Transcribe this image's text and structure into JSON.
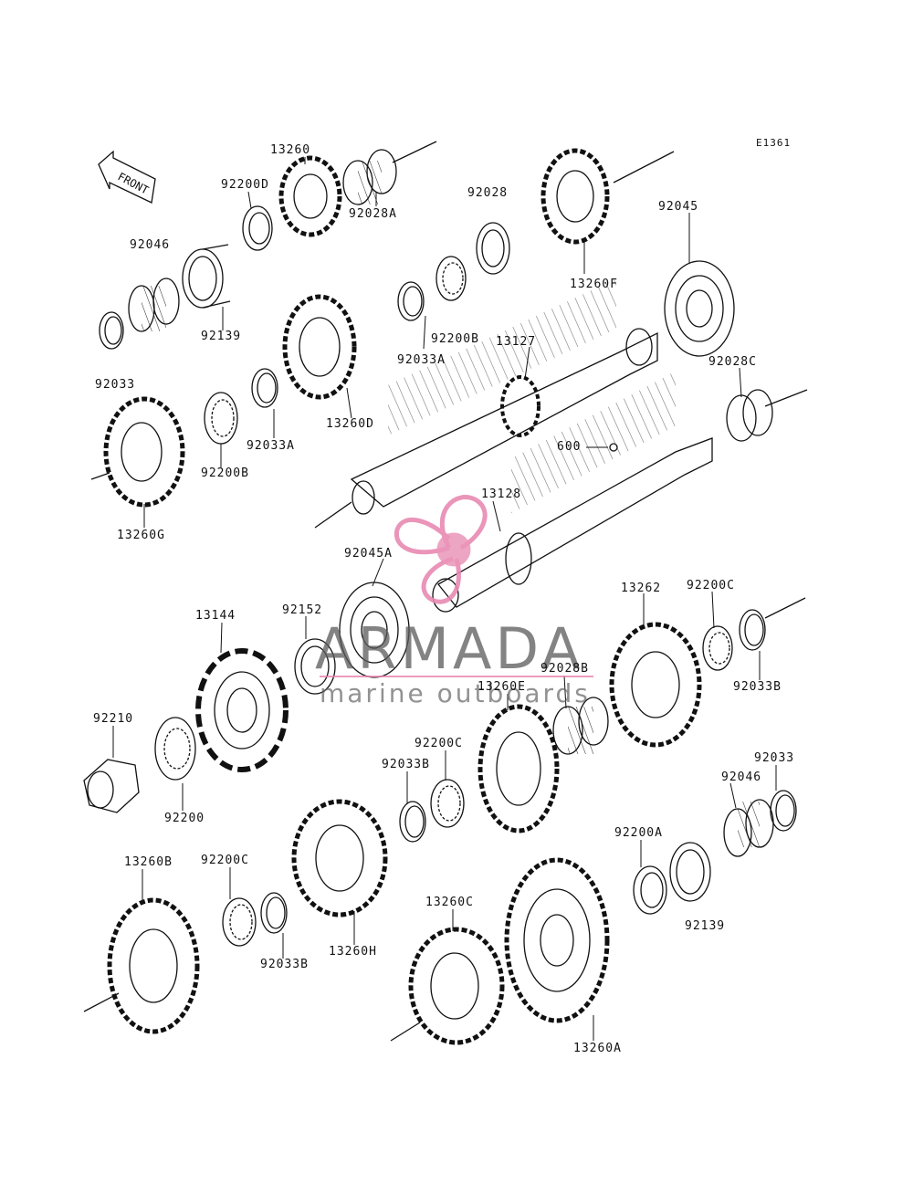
{
  "diagram_code": "E1361",
  "front_label": "FRONT",
  "watermark": {
    "title": "ARMADA",
    "subtitle": "marine outboards",
    "accent_color": "#e88ab2"
  },
  "labels": [
    {
      "id": "l01",
      "text": "13260"
    },
    {
      "id": "l02",
      "text": "92200D"
    },
    {
      "id": "l03",
      "text": "92028A"
    },
    {
      "id": "l04",
      "text": "92028"
    },
    {
      "id": "l05",
      "text": "92046"
    },
    {
      "id": "l06",
      "text": "92139"
    },
    {
      "id": "l07",
      "text": "13260F"
    },
    {
      "id": "l08",
      "text": "92045"
    },
    {
      "id": "l09",
      "text": "92200B"
    },
    {
      "id": "l10",
      "text": "92033A"
    },
    {
      "id": "l11",
      "text": "13127"
    },
    {
      "id": "l12",
      "text": "92033"
    },
    {
      "id": "l13",
      "text": "13260D"
    },
    {
      "id": "l14",
      "text": "92033A"
    },
    {
      "id": "l15",
      "text": "92028C"
    },
    {
      "id": "l16",
      "text": "92200B"
    },
    {
      "id": "l17",
      "text": "600"
    },
    {
      "id": "l18",
      "text": "13260G"
    },
    {
      "id": "l19",
      "text": "13128"
    },
    {
      "id": "l20",
      "text": "92045A"
    },
    {
      "id": "l21",
      "text": "13262"
    },
    {
      "id": "l22",
      "text": "92200C"
    },
    {
      "id": "l23",
      "text": "13144"
    },
    {
      "id": "l24",
      "text": "92152"
    },
    {
      "id": "l25",
      "text": "92028B"
    },
    {
      "id": "l26",
      "text": "92033B"
    },
    {
      "id": "l27",
      "text": "13260E"
    },
    {
      "id": "l28",
      "text": "92210"
    },
    {
      "id": "l29",
      "text": "92200C"
    },
    {
      "id": "l30",
      "text": "92033B"
    },
    {
      "id": "l31",
      "text": "92033"
    },
    {
      "id": "l32",
      "text": "92046"
    },
    {
      "id": "l33",
      "text": "92200"
    },
    {
      "id": "l34",
      "text": "92200A"
    },
    {
      "id": "l35",
      "text": "13260B"
    },
    {
      "id": "l36",
      "text": "92200C"
    },
    {
      "id": "l37",
      "text": "13260C"
    },
    {
      "id": "l38",
      "text": "92139"
    },
    {
      "id": "l39",
      "text": "92033B"
    },
    {
      "id": "l40",
      "text": "13260H"
    },
    {
      "id": "l41",
      "text": "13260A"
    }
  ]
}
